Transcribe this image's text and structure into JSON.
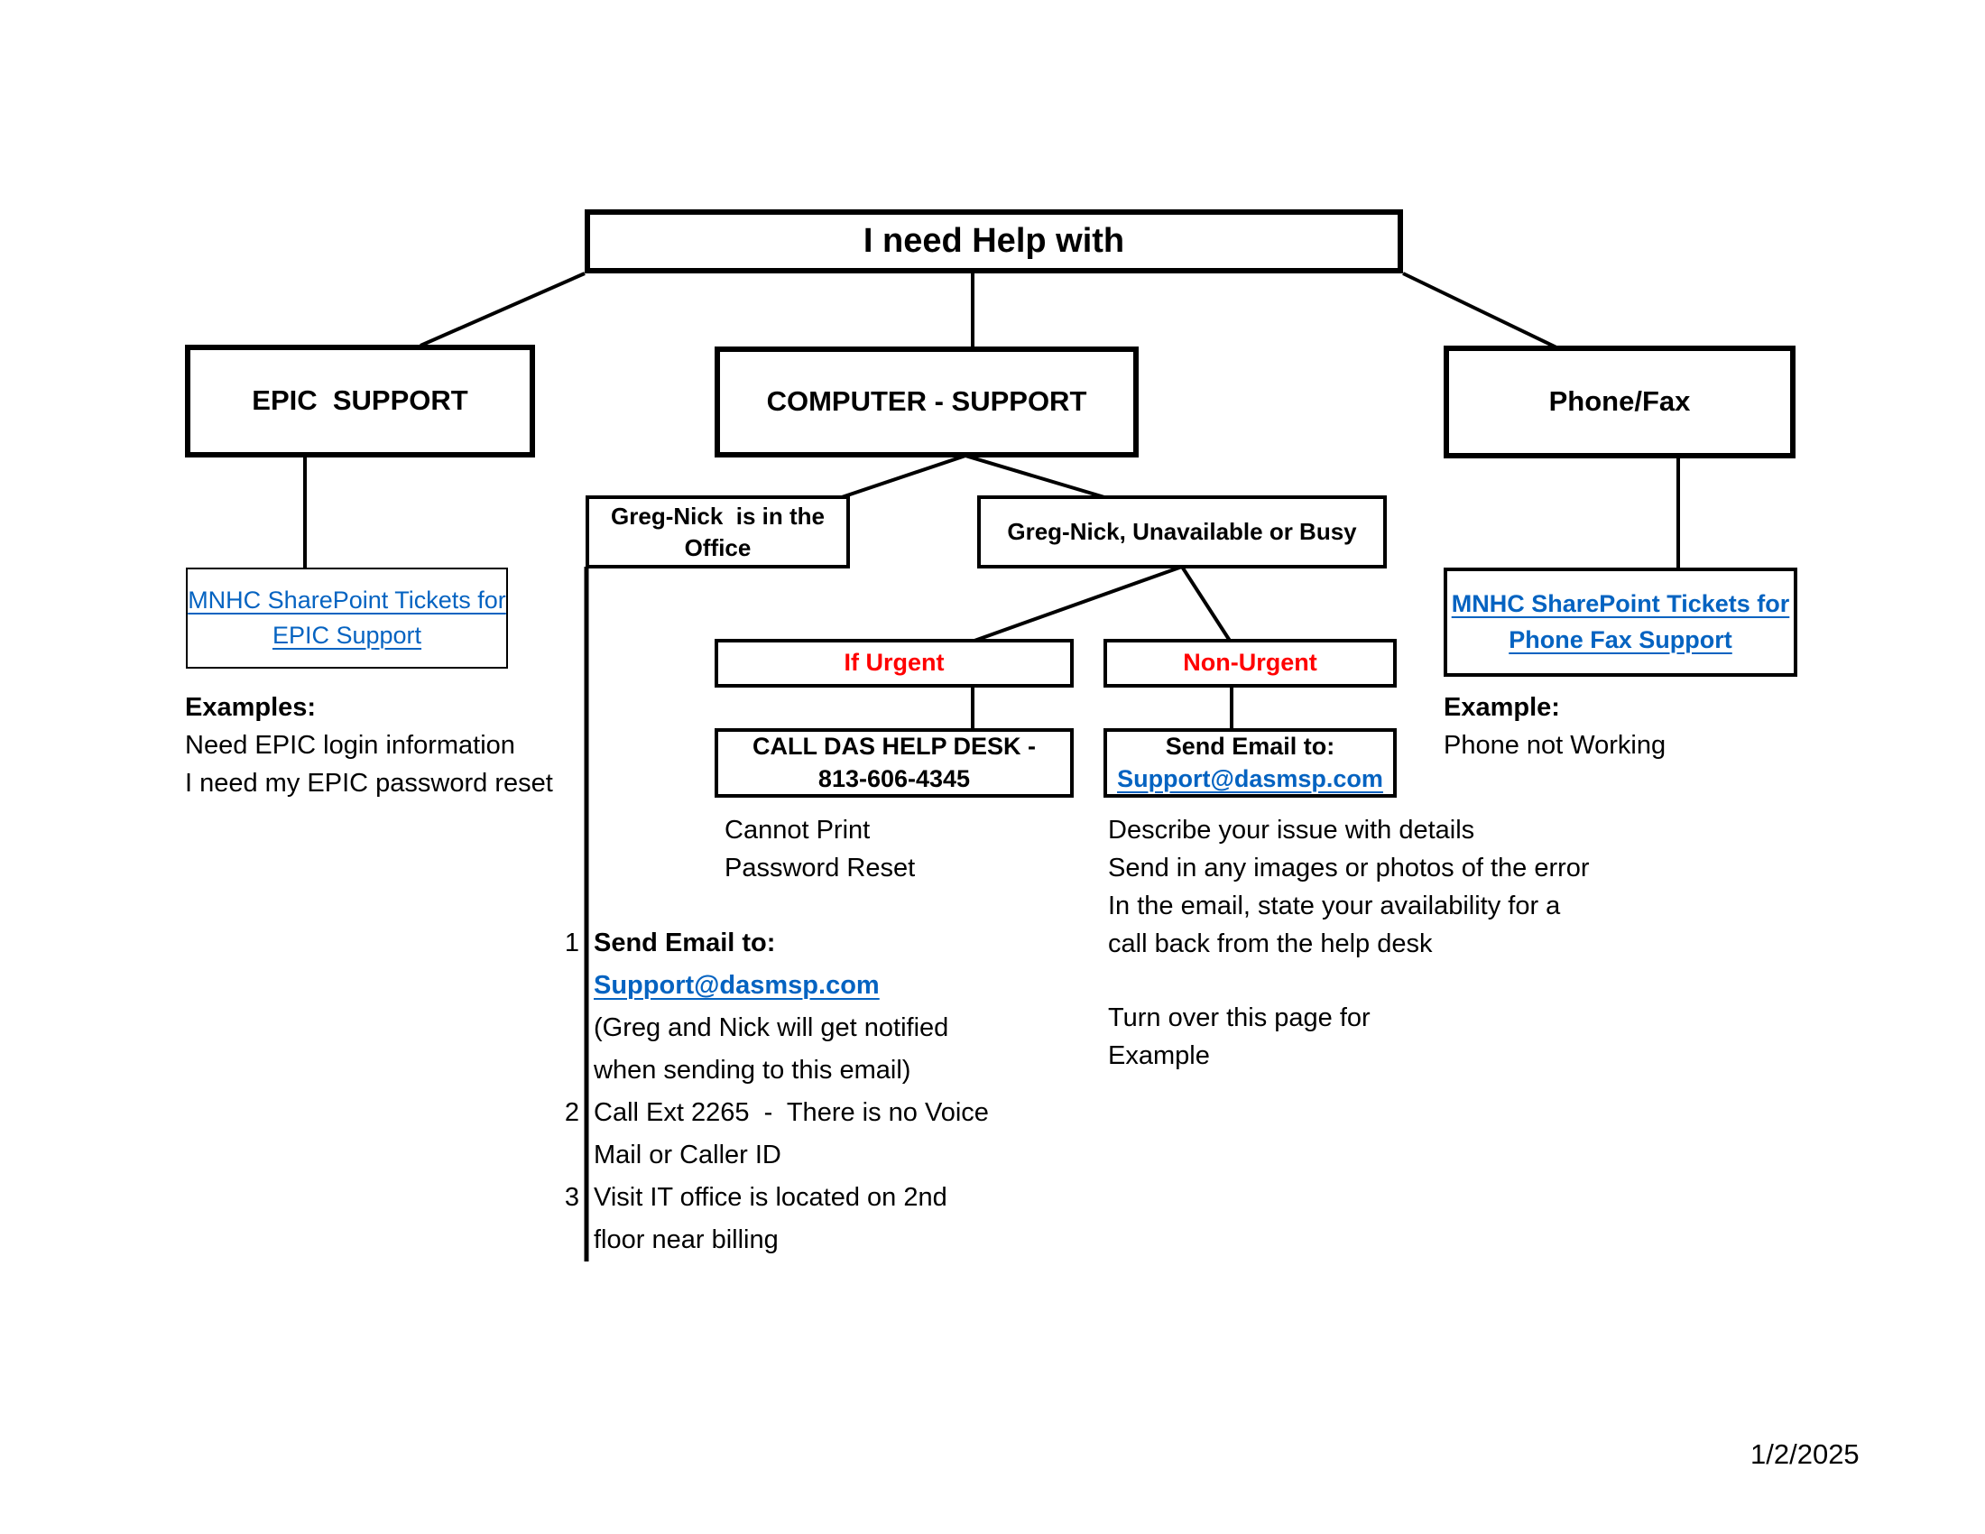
{
  "colors": {
    "link_blue": "#0563C1",
    "urgent_red": "#FF0000",
    "line_black": "#000000"
  },
  "page": {
    "date": "1/2/2025"
  },
  "title": {
    "label": "I need Help with"
  },
  "branches": {
    "epic": {
      "header": "EPIC  SUPPORT",
      "link_line1": "MNHC SharePoint Tickets for",
      "link_line2": "EPIC Support",
      "examples_heading": "Examples:",
      "examples": [
        "Need EPIC login information",
        "I need my EPIC password reset"
      ]
    },
    "computer": {
      "header": "COMPUTER - SUPPORT",
      "office_box_line1": "Greg-Nick  is in the",
      "office_box_line2": "Office",
      "busy_box": "Greg-Nick, Unavailable or Busy",
      "urgent_label": "If Urgent",
      "non_urgent_label": "Non-Urgent",
      "urgent_action_line1": "CALL DAS HELP DESK -",
      "urgent_action_line2": "813-606-4345",
      "urgent_examples": [
        "Cannot Print",
        "Password Reset"
      ],
      "non_urgent_action_label": "Send Email to:",
      "non_urgent_action_link": "Support@dasmsp.com",
      "non_urgent_notes": [
        "Describe your issue with details",
        "Send in any images or photos of the error",
        "In the email, state your availability for a",
        "call back from the help desk"
      ],
      "turn_over_line1": "Turn over this page for",
      "turn_over_line2": "Example",
      "office_steps": [
        {
          "num": "1",
          "lines": [
            "Send Email to:",
            "Support@dasmsp.com",
            "(Greg and Nick will get notified",
            "when sending to this email)"
          ]
        },
        {
          "num": "2",
          "lines": [
            "Call Ext 2265  -  There is no Voice",
            "Mail or Caller ID"
          ]
        },
        {
          "num": "3",
          "lines": [
            "Visit IT office is located on 2nd",
            "floor near billing"
          ]
        }
      ]
    },
    "phone": {
      "header": "Phone/Fax",
      "link_line1": "MNHC SharePoint Tickets for",
      "link_line2": "Phone Fax Support",
      "example_heading": "Example:",
      "examples": [
        "Phone not Working"
      ]
    }
  }
}
